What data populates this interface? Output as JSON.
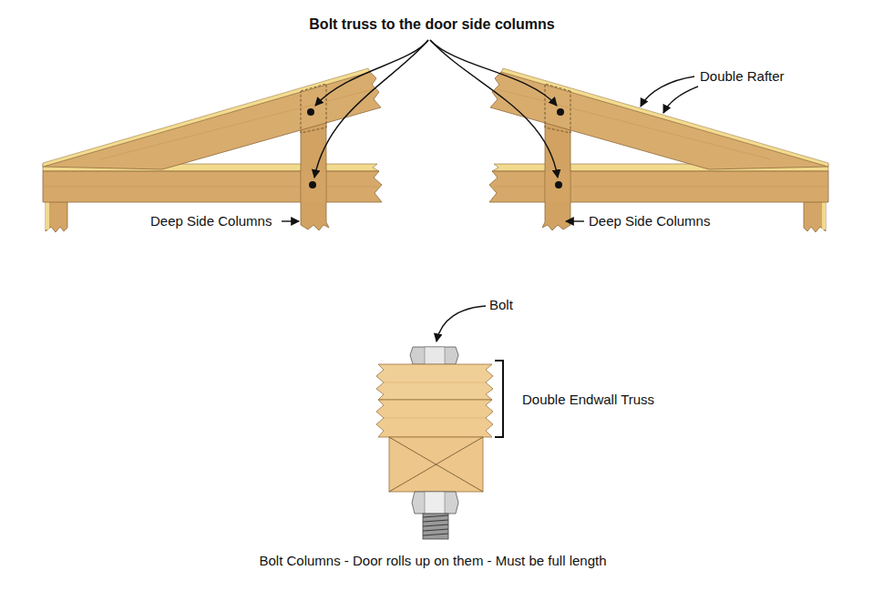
{
  "diagram": {
    "title": "Bolt truss to the door side columns",
    "caption": "Bolt Columns - Door rolls up on them - Must be full length",
    "labels": [
      "Double Rafter",
      "Deep Side Columns",
      "Deep Side Columns",
      "Bolt",
      "Double Endwall Truss"
    ]
  }
}
